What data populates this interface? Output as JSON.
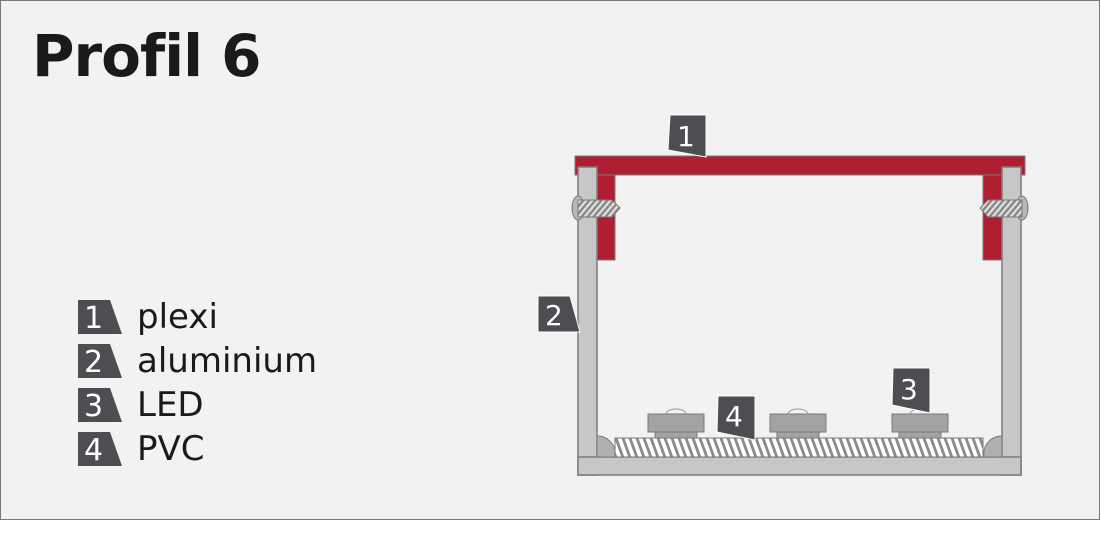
{
  "title": "Profil 6",
  "legend": [
    {
      "num": "1",
      "label": "plexi"
    },
    {
      "num": "2",
      "label": "aluminium"
    },
    {
      "num": "3",
      "label": "LED"
    },
    {
      "num": "4",
      "label": "PVC"
    }
  ],
  "callouts": {
    "plexi": "1",
    "aluminium": "2",
    "led": "3",
    "pvc": "4"
  },
  "colors": {
    "plexi": "#b01f31",
    "aluminium": "#c6c8c8",
    "led": "#a3a3a3",
    "badge": "#4d4e52",
    "background": "#f2f2f2"
  }
}
